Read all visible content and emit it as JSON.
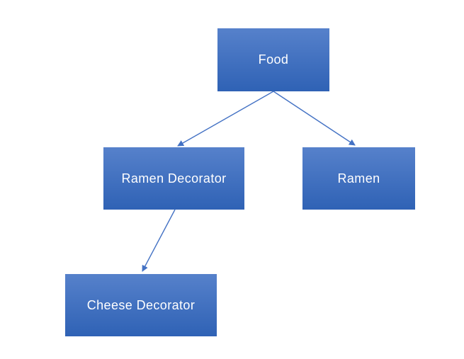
{
  "diagram": {
    "nodes": [
      {
        "id": "food",
        "label": "Food"
      },
      {
        "id": "ramen-decorator",
        "label": "Ramen Decorator"
      },
      {
        "id": "ramen",
        "label": "Ramen"
      },
      {
        "id": "cheese-decorator",
        "label": "Cheese Decorator"
      }
    ],
    "edges": [
      {
        "from": "food",
        "to": "ramen-decorator",
        "direction": "arrow-at-target"
      },
      {
        "from": "food",
        "to": "ramen",
        "direction": "arrow-at-target"
      },
      {
        "from": "ramen-decorator",
        "to": "cheese-decorator",
        "direction": "arrow-at-target"
      }
    ],
    "colors": {
      "node_gradient_top": "#5681CB",
      "node_gradient_bottom": "#2F62B5",
      "connector": "#4472C4",
      "node_text": "#FFFFFF",
      "background": "#FFFFFF"
    }
  }
}
